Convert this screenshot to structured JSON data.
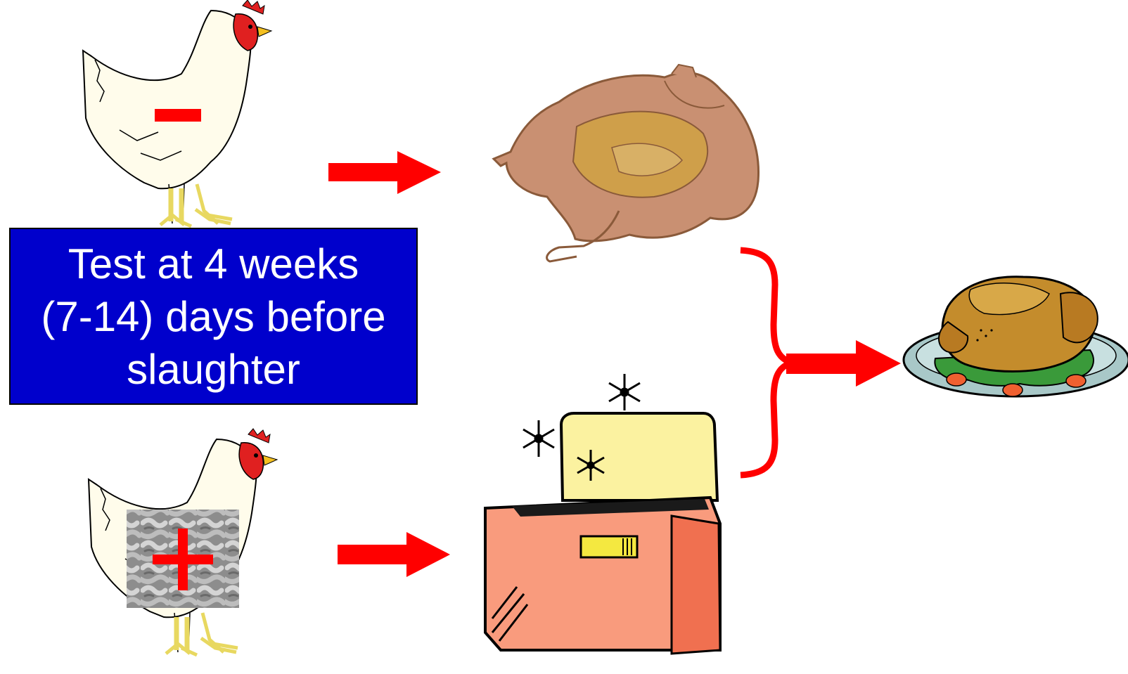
{
  "label_box": {
    "lines": [
      "Test at 4 weeks",
      "(7-14) days before",
      "slaughter"
    ]
  },
  "flocks": {
    "top": {
      "test_result": "negative",
      "sign": "−"
    },
    "bottom": {
      "test_result": "positive",
      "sign": "+"
    }
  },
  "icons": {
    "top_left": "hen-icon",
    "bottom_left": "hen-icon",
    "top_middle": "raw-chicken-carcass-icon",
    "bottom_middle": "chest-freezer-icon",
    "right": "roast-chicken-platter-icon"
  },
  "colors": {
    "arrow": "#ff0000",
    "box_fill": "#0000cc",
    "box_text": "#ffffff",
    "freezer_body": "#f99b7d",
    "freezer_lid": "#fbf2a0"
  }
}
